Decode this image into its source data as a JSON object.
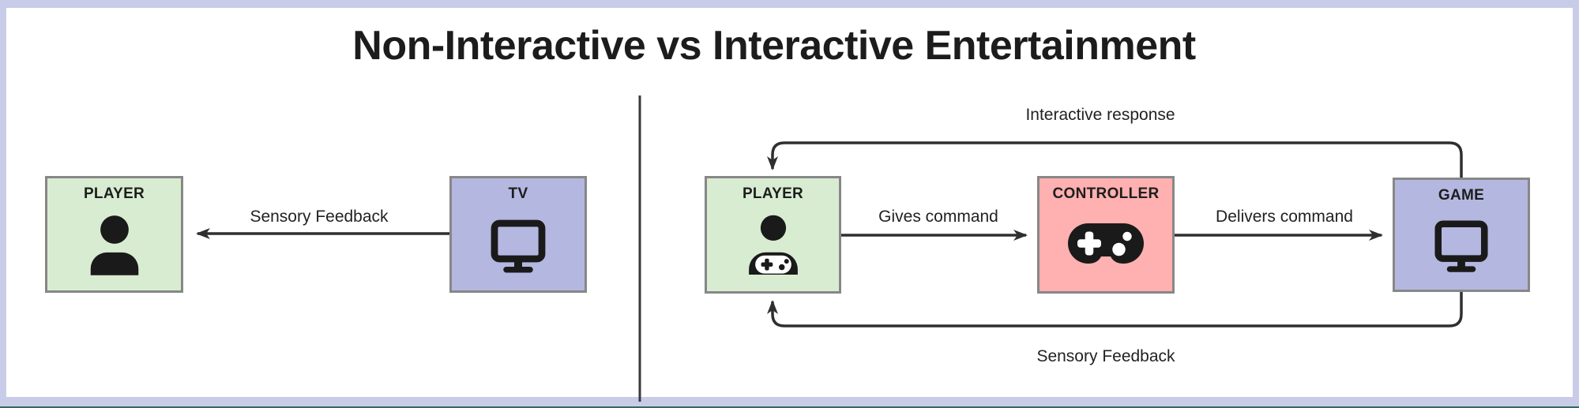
{
  "title": "Non-Interactive vs Interactive Entertainment",
  "colors": {
    "frame": "#c9cce8",
    "frame_bottom_line": "#36695e",
    "node_green": "#d8ecd1",
    "node_lavender": "#b4b7e0",
    "node_pink": "#ffb0b0",
    "node_border": "#878787",
    "connector": "#2f2f2f",
    "text": "#1d1d1d"
  },
  "left_panel": {
    "nodes": [
      {
        "id": "player",
        "label": "PLAYER",
        "icon": "person-icon",
        "color": "#d8ecd1"
      },
      {
        "id": "tv",
        "label": "TV",
        "icon": "tv-icon",
        "color": "#b4b7e0"
      }
    ],
    "edges": [
      {
        "id": "tv-to-player",
        "label": "Sensory Feedback",
        "from": "tv",
        "to": "player"
      }
    ]
  },
  "right_panel": {
    "nodes": [
      {
        "id": "player",
        "label": "PLAYER",
        "icon": "person-gamepad-icon",
        "color": "#d8ecd1"
      },
      {
        "id": "controller",
        "label": "CONTROLLER",
        "icon": "gamepad-icon",
        "color": "#ffb0b0"
      },
      {
        "id": "game",
        "label": "GAME",
        "icon": "monitor-icon",
        "color": "#b4b7e0"
      }
    ],
    "edges": [
      {
        "id": "player-to-controller",
        "label": "Gives command",
        "from": "player",
        "to": "controller"
      },
      {
        "id": "controller-to-game",
        "label": "Delivers command",
        "from": "controller",
        "to": "game"
      },
      {
        "id": "game-to-player-top",
        "label": "Interactive response",
        "from": "game",
        "to": "player"
      },
      {
        "id": "game-to-player-bottom",
        "label": "Sensory Feedback",
        "from": "game",
        "to": "player"
      }
    ]
  }
}
